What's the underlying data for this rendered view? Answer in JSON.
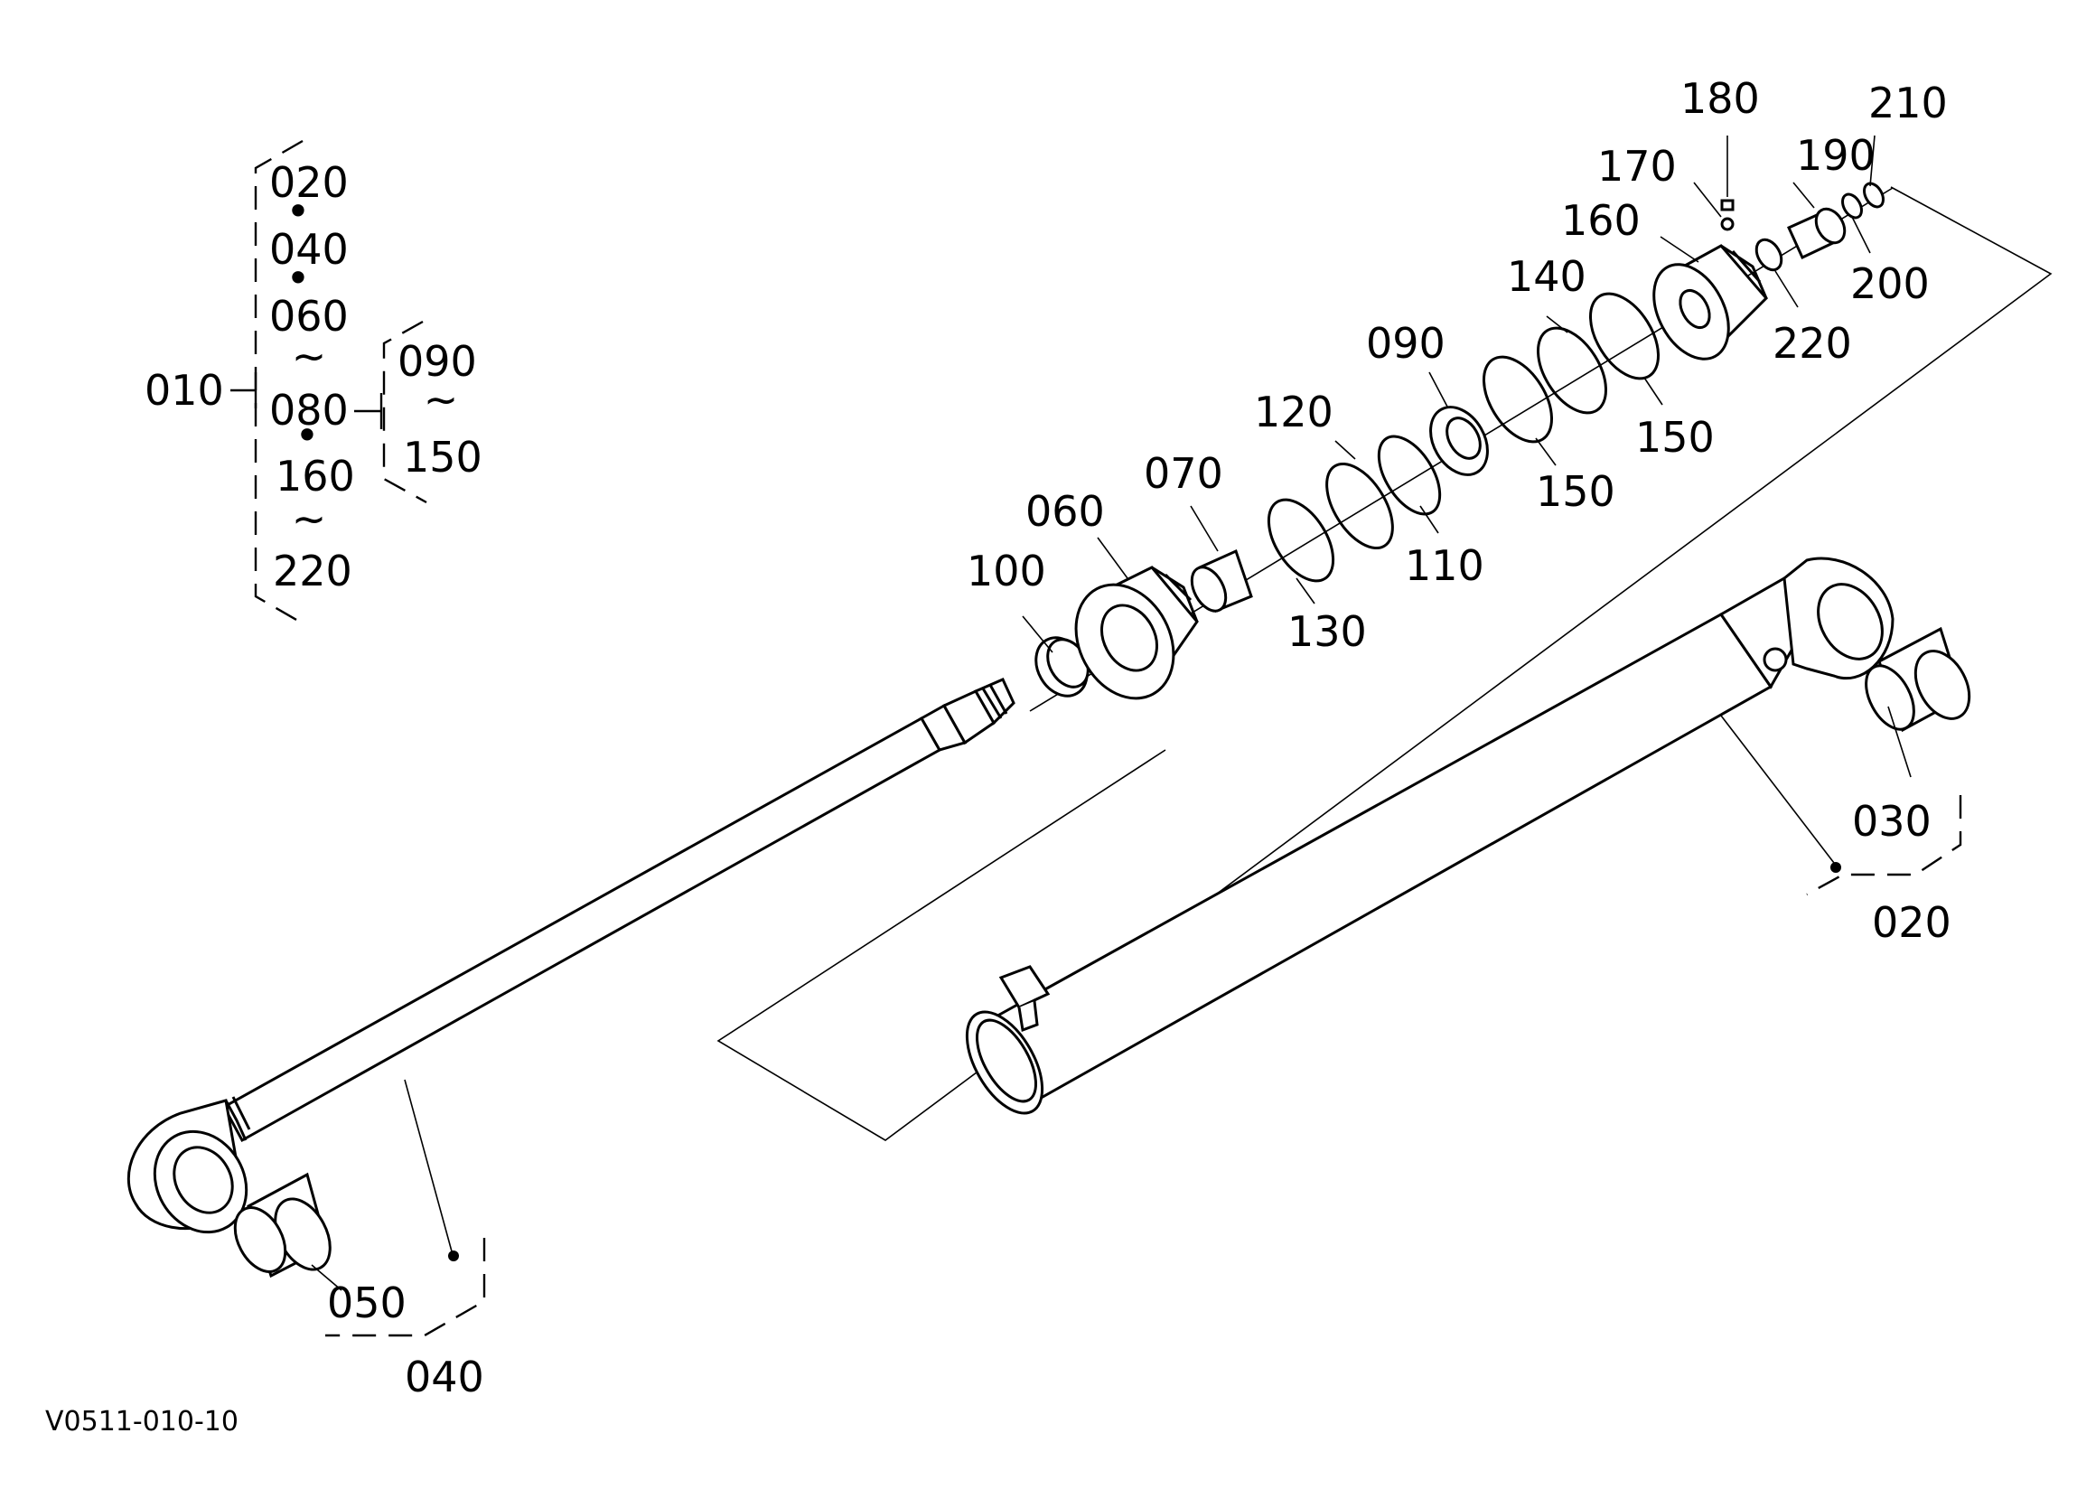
{
  "drawing_code": "V0511-010-10",
  "legend": {
    "parent": "010",
    "group_a": [
      "020",
      "040",
      "060",
      "080",
      "160",
      "220"
    ],
    "group_a_seps": [
      "•",
      "•",
      "~",
      "•",
      "~"
    ],
    "group_b": [
      "090",
      "150"
    ],
    "group_b_sep": "~"
  },
  "callouts": {
    "p020": "020",
    "p030": "030",
    "p040": "040",
    "p050": "050",
    "p060": "060",
    "p070": "070",
    "p090": "090",
    "p100": "100",
    "p110": "110",
    "p120": "120",
    "p130": "130",
    "p140": "140",
    "p150a": "150",
    "p150b": "150",
    "p160": "160",
    "p170": "170",
    "p180": "180",
    "p190": "190",
    "p200": "200",
    "p210": "210",
    "p220": "220"
  }
}
